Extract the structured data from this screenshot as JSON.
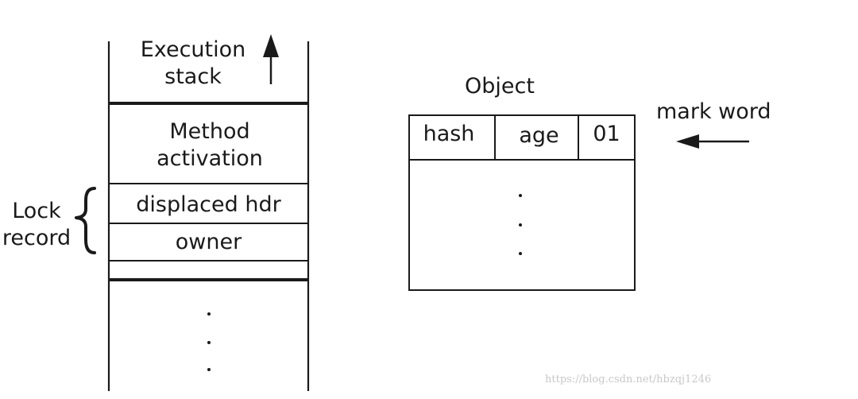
{
  "stack": {
    "execution_stack": [
      "Execution",
      "stack"
    ],
    "method_activation": [
      "Method",
      "activation"
    ],
    "displaced_hdr": "displaced hdr",
    "owner": "owner"
  },
  "lock_record": [
    "Lock",
    "record"
  ],
  "object": {
    "title": "Object",
    "fields": {
      "hash": "hash",
      "age": "age",
      "lock_bits": "01"
    }
  },
  "mark_word_label": "mark word",
  "watermark": "https://blog.csdn.net/hbzqj1246"
}
